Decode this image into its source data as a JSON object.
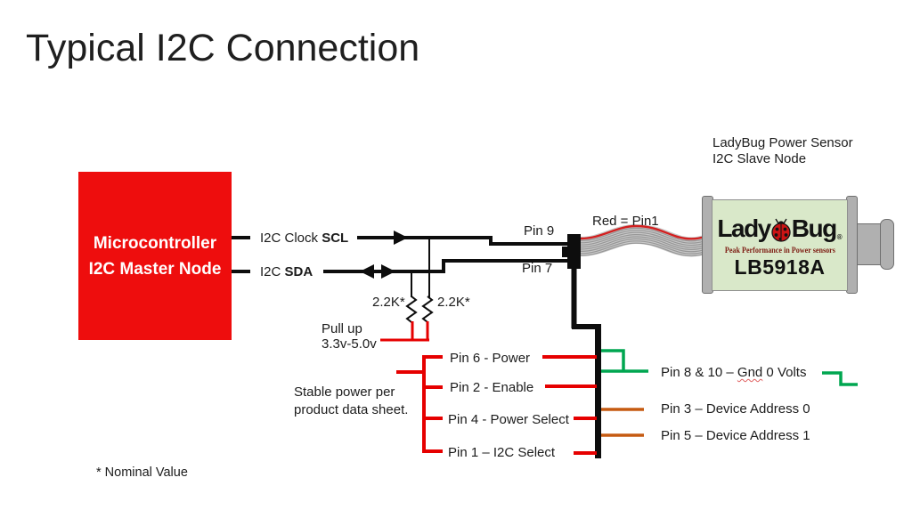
{
  "title": "Typical I2C Connection",
  "colors": {
    "wire_red": "#e60000",
    "wire_green": "#00a650",
    "wire_orange": "#c55a11",
    "wire_black": "#0d0d0d",
    "master_box_red": "#ee0d0d",
    "sensor_body_green": "#d9e8c9",
    "ladybug_red": "#cc1414"
  },
  "master": {
    "line1": "Microcontroller",
    "line2": "I2C Master Node"
  },
  "wiring": {
    "scl_prefix": "I2C Clock ",
    "scl_bold": "SCL",
    "sda_prefix": "I2C ",
    "sda_bold": "SDA",
    "pin9": "Pin 9",
    "pin7": "Pin 7",
    "red_pin1": "Red = Pin1",
    "resistor_left": "2.2K*",
    "resistor_right": "2.2K*",
    "pullup_line1": "Pull up",
    "pullup_line2": "3.3v-5.0v"
  },
  "sensor": {
    "caption_line1": "LadyBug Power Sensor",
    "caption_line2": "I2C Slave Node",
    "logo_lady": "Lady",
    "logo_bug": "Bug",
    "logo_reg": "®",
    "tagline": "Peak Performance in Power sensors",
    "model": "LB5918A",
    "ladybug_icon": "ladybug-icon"
  },
  "pins": {
    "power": "Pin 6 - Power",
    "enable": "Pin 2 - Enable",
    "power_select": "Pin 4 - Power Select",
    "i2c_select": "Pin 1 – I2C Select",
    "gnd_prefix": "Pin 8 & 10 – ",
    "gnd_word": "Gnd",
    "gnd_suffix": " 0 Volts",
    "addr0": "Pin 3 – Device Address 0",
    "addr1": "Pin 5 – Device Address 1",
    "stable_line1": "Stable power per",
    "stable_line2": "product data sheet."
  },
  "footnote": "* Nominal Value"
}
